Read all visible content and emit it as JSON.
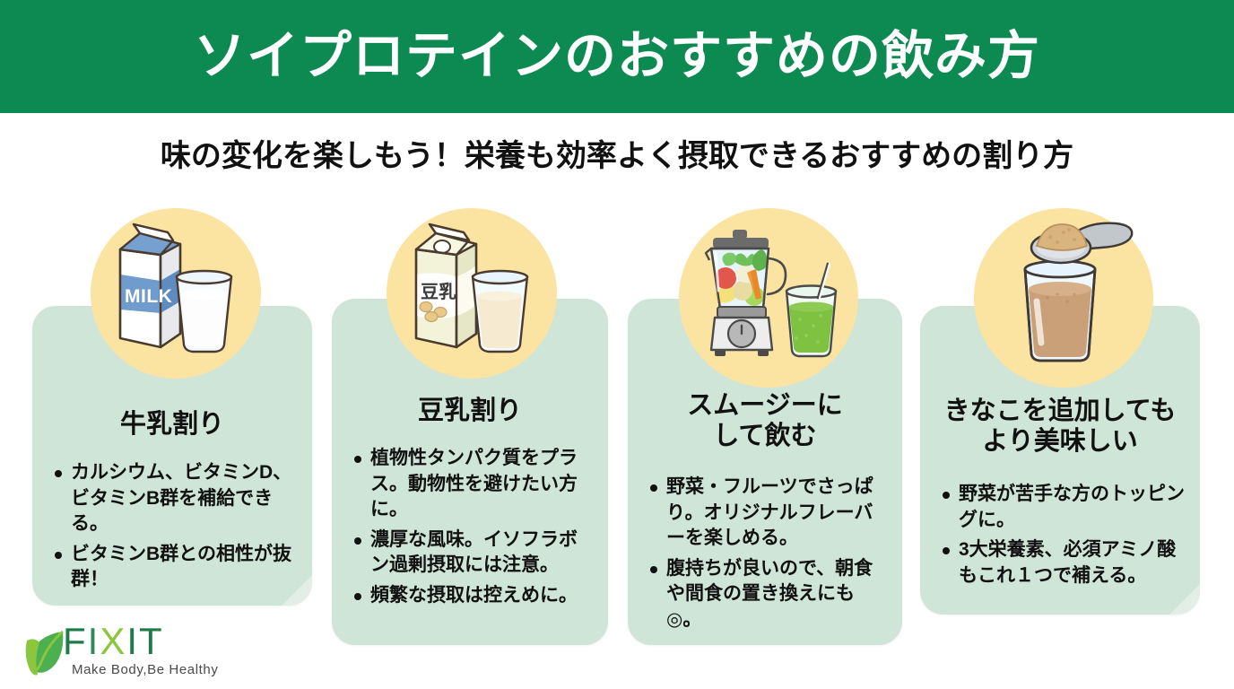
{
  "header": {
    "title": "ソイプロテインのおすすめの飲み方",
    "bar_color": "#0d8a52"
  },
  "subtitle": "味の変化を楽しもう！栄養も効率よく摂取できるおすすめの割り方",
  "theme": {
    "card_bg": "#cfe5d7",
    "circle_bg": "#fbe3a2",
    "text_color": "#111111",
    "brand_green": "#1e7a47",
    "brand_lime": "#8cc63f"
  },
  "cards": [
    {
      "id": "milk",
      "title": "牛乳割り",
      "illustration": "milk-carton-and-glass-illustration",
      "illustration_label": "MILK",
      "bullets": [
        "カルシウム、ビタミンD、ビタミンB群を補給できる。",
        "ビタミンB群との相性が抜群！"
      ]
    },
    {
      "id": "soymilk",
      "title": "豆乳割り",
      "illustration": "soymilk-carton-and-glass-illustration",
      "illustration_label": "豆乳",
      "bullets": [
        "植物性タンパク質をプラス。動物性を避けたい方に。",
        "濃厚な風味。イソフラボン過剰摂取には注意。",
        "頻繁な摂取は控えめに。"
      ]
    },
    {
      "id": "smoothie",
      "title": "スムージーに\nして飲む",
      "title_line1": "スムージーに",
      "title_line2": "して飲む",
      "illustration": "blender-and-green-smoothie-illustration",
      "bullets": [
        "野菜・フルーツでさっぱり。オリジナルフレーバーを楽しめる。",
        "腹持ちが良いので、朝食や間食の置き換えにも◎。"
      ]
    },
    {
      "id": "kinako",
      "title": "きなこを追加しても\nより美味しい",
      "title_line1": "きなこを追加しても",
      "title_line2": "より美味しい",
      "illustration": "spoon-of-kinako-powder-over-glass-illustration",
      "bullets": [
        "野菜が苦手な方のトッピングに。",
        "3大栄養素、必須アミノ酸もこれ１つで補える。"
      ]
    }
  ],
  "logo": {
    "name": "FIXIT",
    "letters": [
      "F",
      "I",
      "X",
      "I",
      "T"
    ],
    "tagline": "Make Body,Be Healthy",
    "mark": "leaf-icon"
  }
}
